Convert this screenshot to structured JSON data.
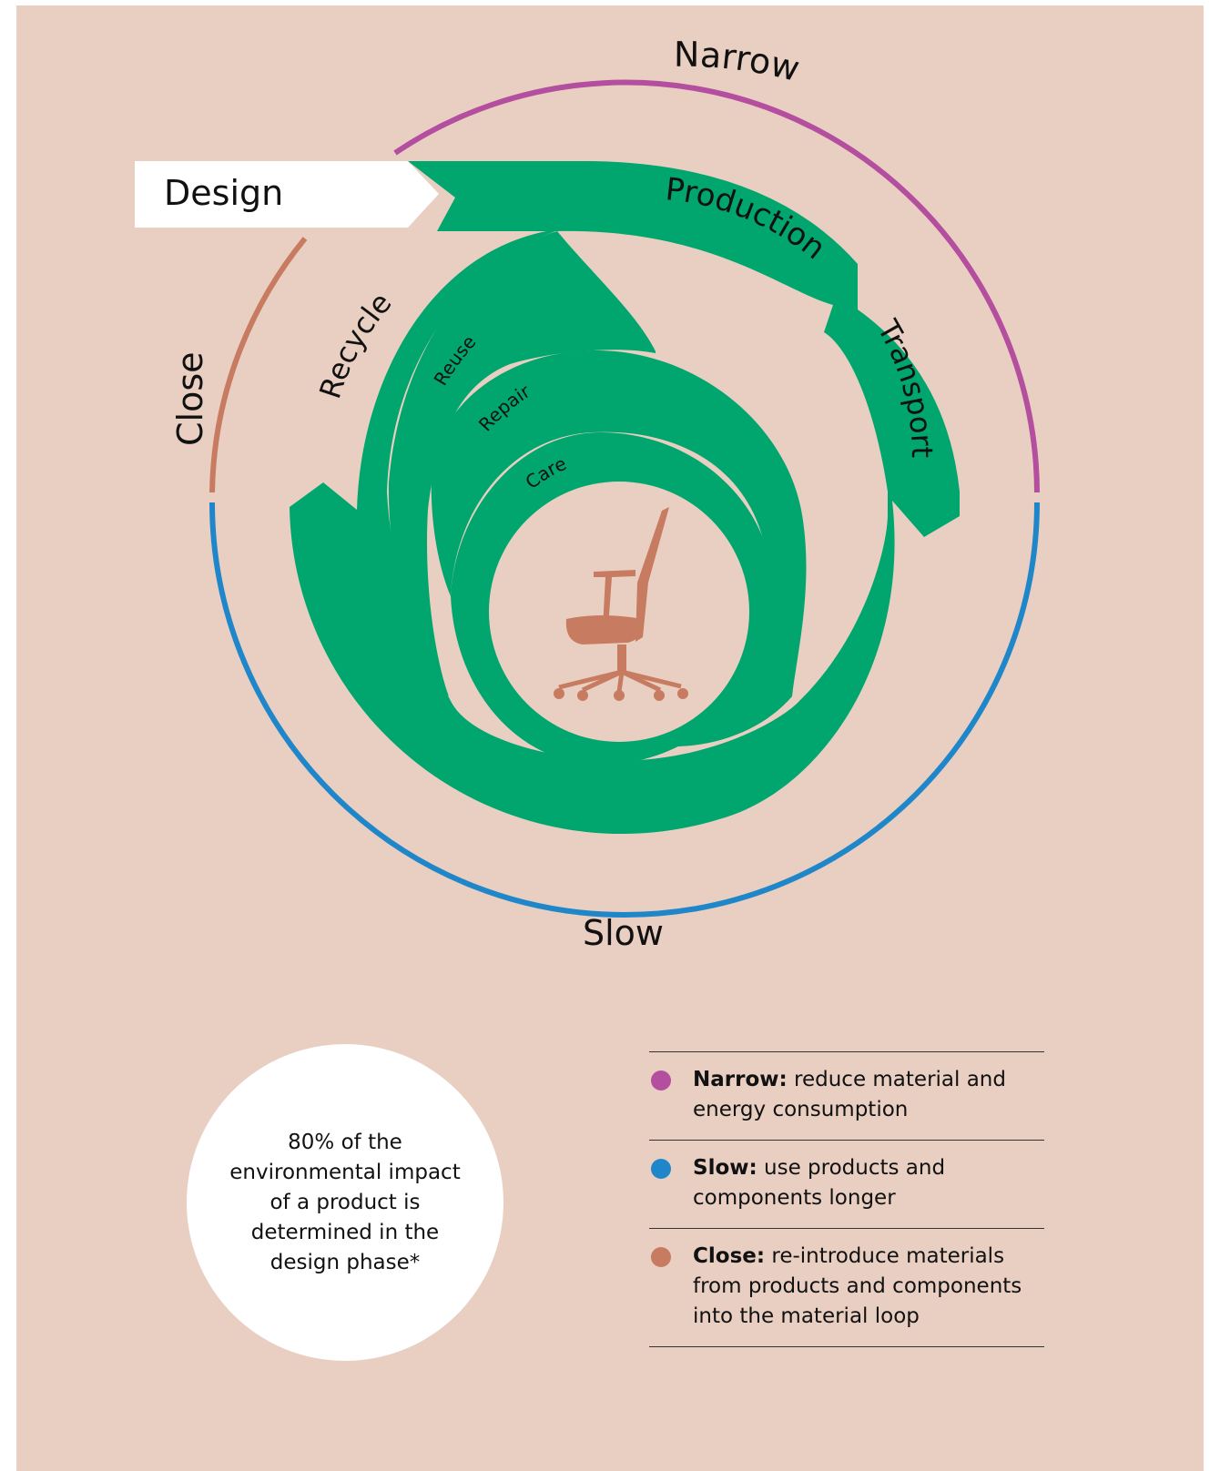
{
  "diagram": {
    "rings": {
      "narrow": "Narrow",
      "slow": "Slow",
      "close": "Close"
    },
    "stages": {
      "design": "Design",
      "production": "Production",
      "transport": "Transport",
      "recycle": "Recycle",
      "reuse": "Reuse",
      "repair": "Repair",
      "care": "Care"
    },
    "colors": {
      "narrow": "#b44e9f",
      "slow": "#1f87c9",
      "close": "#c77b60",
      "loops": "#00a66e",
      "chair": "#c77b60"
    },
    "center_icon": "office-chair-icon"
  },
  "note": {
    "text": "80% of the environmental impact of a product is determined in the design phase*"
  },
  "legend": [
    {
      "term": "Narrow:",
      "description": "reduce material and energy consumption",
      "color": "#b44e9f"
    },
    {
      "term": "Slow:",
      "description": "use products and components longer",
      "color": "#1f87c9"
    },
    {
      "term": "Close:",
      "description": "re-introduce materials from products and components into the material loop",
      "color": "#c77b60"
    }
  ]
}
